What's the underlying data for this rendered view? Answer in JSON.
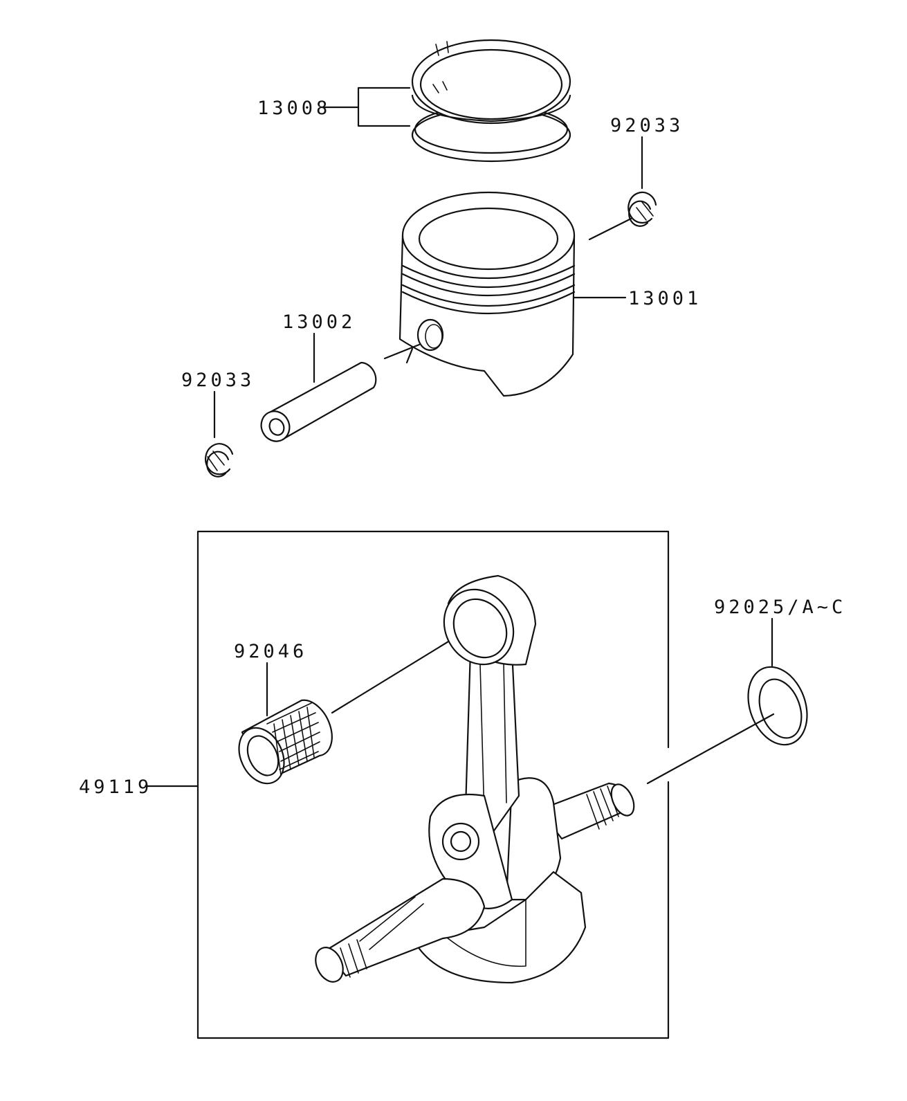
{
  "labels": {
    "piston_rings": "13008",
    "circlip_top": "92033",
    "piston": "13001",
    "piston_pin": "13002",
    "circlip_left": "92033",
    "needle_bearing": "92046",
    "shim_washer": "92025/A~C",
    "crankshaft_assy": "49119"
  }
}
